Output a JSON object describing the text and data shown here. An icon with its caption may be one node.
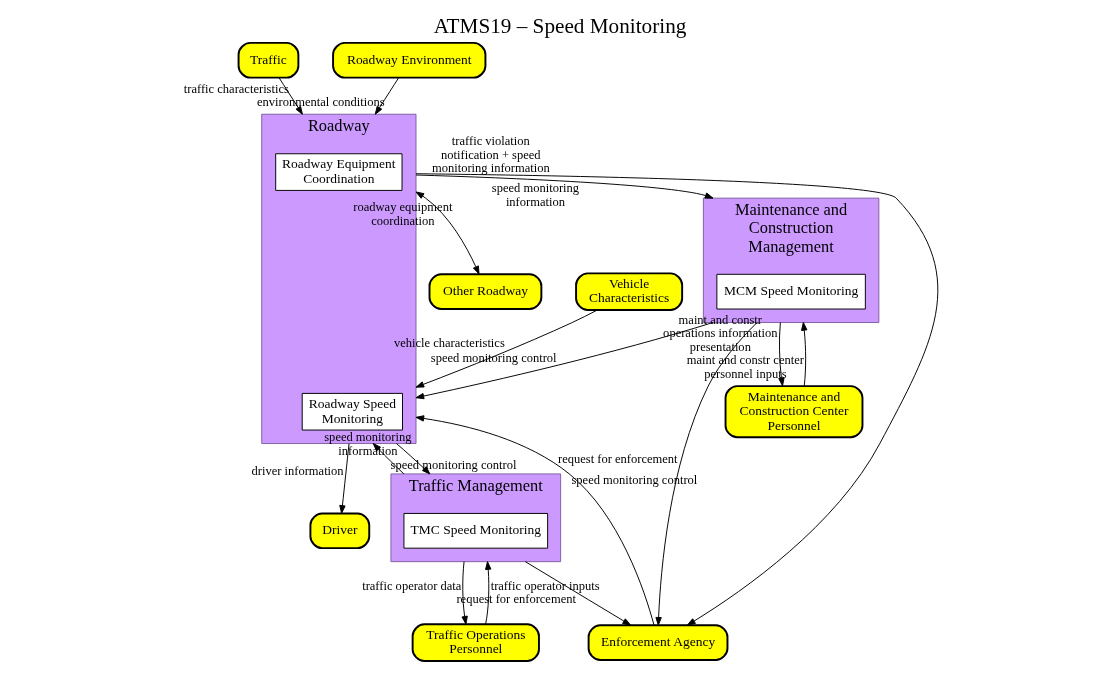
{
  "diagram": {
    "title": "ATMS19 – Speed Monitoring",
    "nodes": [
      {
        "text": [
          "Driver"
        ]
      },
      {
        "text": [
          "Roadway"
        ]
      },
      {
        "text": [
          "Roadway Equipment Coordination"
        ],
        "in": 1
      },
      {
        "text": [
          "Roadway Speed Monitoring"
        ],
        "in": 1
      },
      {
        "text": [
          "Other Roadway"
        ]
      },
      {
        "text": [
          "Vehicle Characteristics"
        ]
      },
      {
        "text": [
          "Traffic"
        ]
      },
      {
        "text": [
          "Traffic Management"
        ]
      },
      {
        "text": [
          "TMC Speed Monitoring"
        ],
        "in": 7
      },
      {
        "text": [
          "Roadway Environment"
        ]
      },
      {
        "text": [
          "Maintenance and Construction Management"
        ]
      },
      {
        "text": [
          "MCM Speed Monitoring"
        ],
        "in": 10
      },
      {
        "text": [
          "Enforcement Agency"
        ]
      },
      {
        "text": [
          "Traffic Operations Personnel"
        ]
      },
      {
        "text": [
          "Maintenance and Construction Center Personnel"
        ]
      }
    ],
    "edges": [
      {
        "from": 1,
        "to": 0,
        "arrow": "to",
        "label": "driver information"
      },
      {
        "from": 1,
        "to": 4,
        "arrow": "both",
        "label": "roadway equipment coordination"
      },
      {
        "from": 5,
        "to": 1,
        "arrow": "to",
        "label": "vehicle characteristics"
      },
      {
        "from": 6,
        "to": 1,
        "arrow": "to",
        "label": "traffic characteristics"
      },
      {
        "from": 1,
        "to": 7,
        "arrow": "to",
        "label": "speed monitoring information"
      },
      {
        "from": 9,
        "to": 1,
        "arrow": "to",
        "label": "environmental conditions"
      },
      {
        "from": 7,
        "to": 1,
        "arrow": "to",
        "label": "speed monitoring control"
      },
      {
        "from": 1,
        "to": 10,
        "arrow": "to",
        "label": "speed monitoring information"
      },
      {
        "from": 10,
        "to": 1,
        "arrow": "to",
        "label": "speed monitoring control"
      },
      {
        "from": 1,
        "to": 12,
        "arrow": "to",
        "label": "traffic violation notification + speed monitoring information"
      },
      {
        "from": 12,
        "to": 1,
        "arrow": "to",
        "label": "speed monitoring control"
      },
      {
        "from": 7,
        "to": 12,
        "arrow": "to",
        "label": "request for enforcement"
      },
      {
        "from": 10,
        "to": 12,
        "arrow": "to",
        "label": "request for enforcement"
      },
      {
        "from": 7,
        "to": 13,
        "arrow": "to",
        "label": "traffic operator data"
      },
      {
        "from": 13,
        "to": 7,
        "arrow": "to",
        "label": "traffic operator inputs"
      },
      {
        "from": 10,
        "to": 14,
        "arrow": "to",
        "label": "maint and constr operations information presentation"
      },
      {
        "from": 14,
        "to": 10,
        "arrow": "to",
        "label": "maint and constr center personnel inputs"
      }
    ]
  }
}
